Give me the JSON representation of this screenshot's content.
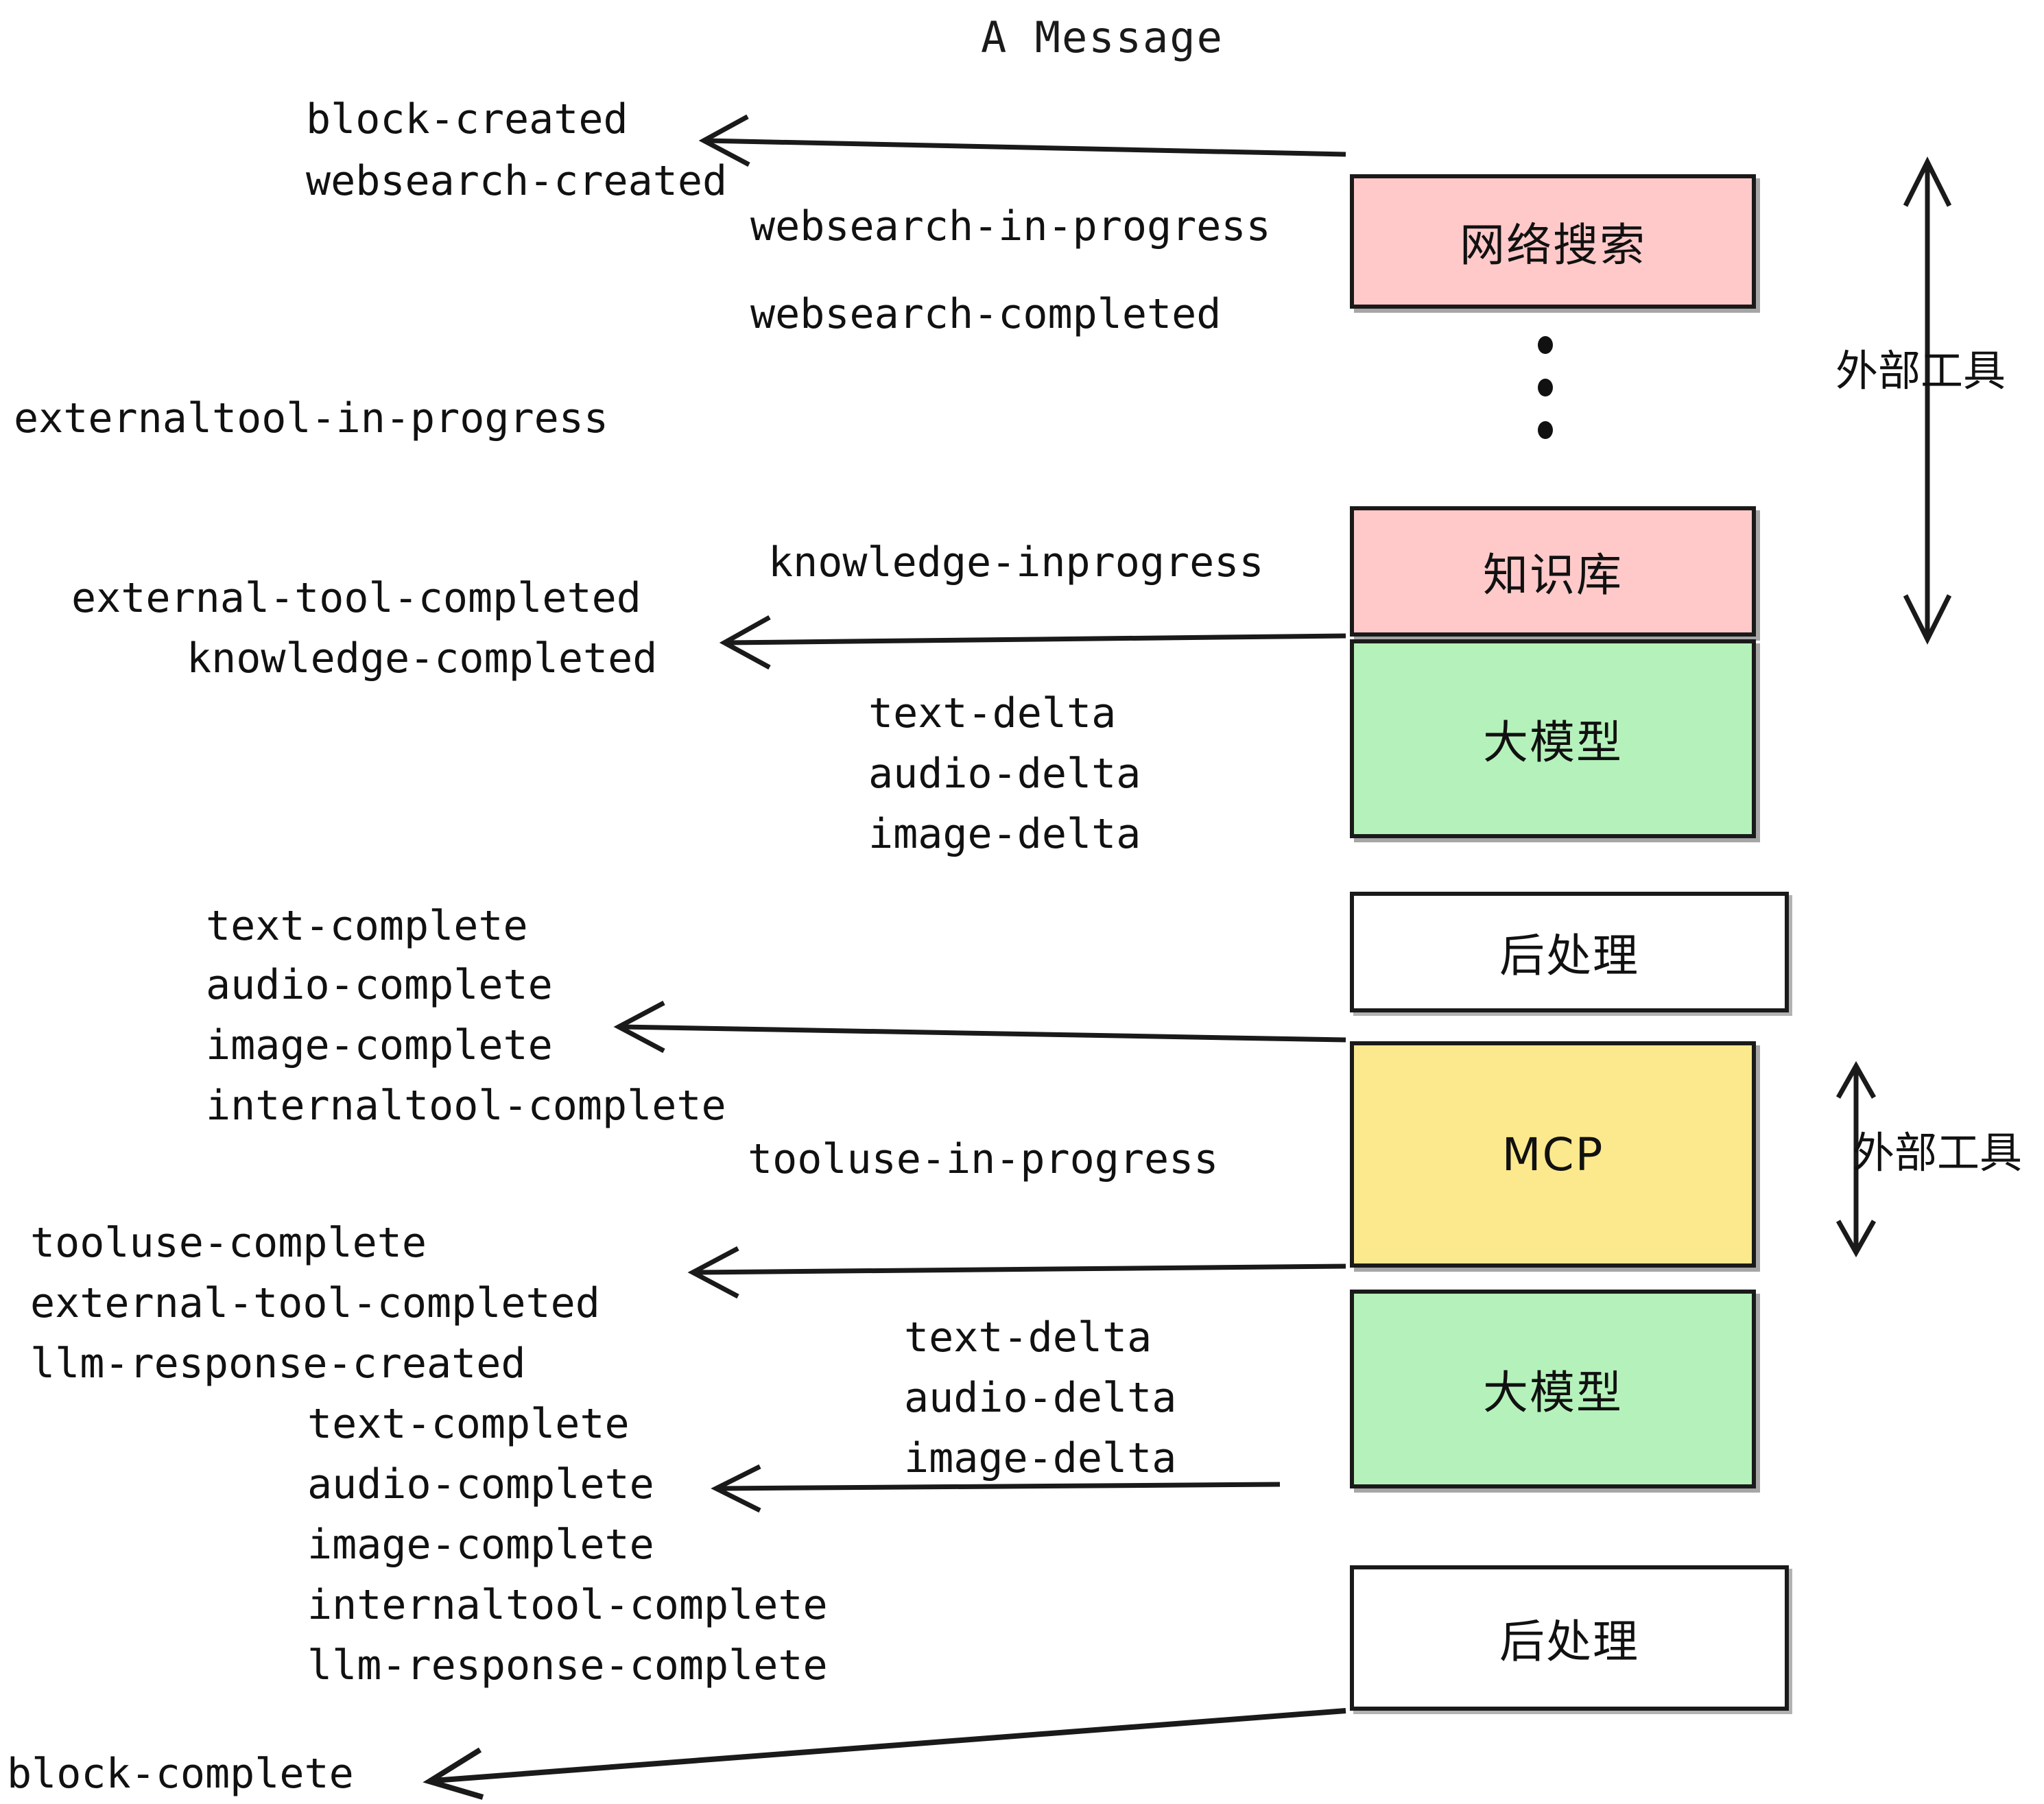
{
  "title": "A Message",
  "colors": {
    "pink": "#FFC9C9",
    "green": "#B5F2BB",
    "yellow": "#FDE98D",
    "white": "#FFFFFF",
    "stroke": "#1A1A1A"
  },
  "boxes": [
    {
      "id": "websearch",
      "label": "网络搜索",
      "fill": "pink"
    },
    {
      "id": "knowledge",
      "label": "知识库",
      "fill": "pink"
    },
    {
      "id": "llm-1",
      "label": "大模型",
      "fill": "green"
    },
    {
      "id": "postprocess-1",
      "label": "后处理",
      "fill": "white"
    },
    {
      "id": "mcp",
      "label": "MCP",
      "fill": "yellow"
    },
    {
      "id": "llm-2",
      "label": "大模型",
      "fill": "green"
    },
    {
      "id": "postprocess-2",
      "label": "后处理",
      "fill": "white"
    }
  ],
  "side_annotations": [
    {
      "id": "external-tools-top",
      "label": "外部工具"
    },
    {
      "id": "external-tools-bottom",
      "label": "外部工具"
    }
  ],
  "events": {
    "block_created": "block-created",
    "websearch_created": "websearch-created",
    "websearch_in_progress": "websearch-in-progress",
    "websearch_completed": "websearch-completed",
    "externaltool_in_progress": "externaltool-in-progress",
    "knowledge_inprogress": "knowledge-inprogress",
    "external_tool_completed": "external-tool-completed",
    "knowledge_completed": "knowledge-completed",
    "text_delta_1": "text-delta",
    "audio_delta_1": "audio-delta",
    "image_delta_1": "image-delta",
    "text_complete_1": "text-complete",
    "audio_complete_1": "audio-complete",
    "image_complete_1": "image-complete",
    "internaltool_complete_1": "internaltool-complete",
    "tooluse_in_progress": "tooluse-in-progress",
    "tooluse_complete": "tooluse-complete",
    "external_tool_completed_2": "external-tool-completed",
    "llm_response_created": "llm-response-created",
    "text_delta_2": "text-delta",
    "audio_delta_2": "audio-delta",
    "image_delta_2": "image-delta",
    "text_complete_2": "text-complete",
    "audio_complete_2": "audio-complete",
    "image_complete_2": "image-complete",
    "internaltool_complete_2": "internaltool-complete",
    "llm_response_complete": "llm-response-complete",
    "block_complete": "block-complete"
  },
  "ellipsis": "⋮"
}
